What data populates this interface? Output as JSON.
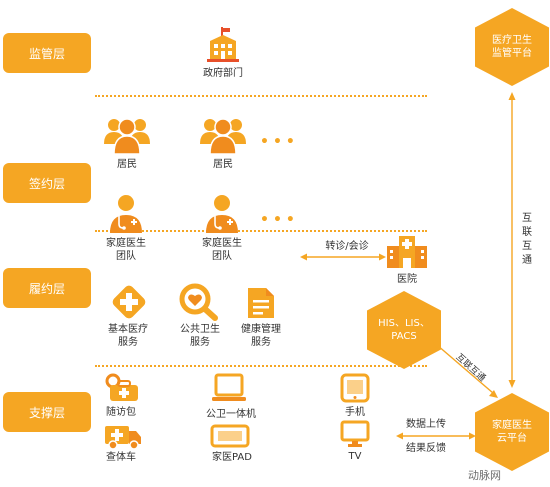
{
  "layers": [
    "监管层",
    "签约层",
    "履约层",
    "支撑层"
  ],
  "supervision": {
    "gov": "政府部门"
  },
  "signing": {
    "resident_1": "居民",
    "resident_2": "居民"
  },
  "performance": {
    "team_1": [
      "家庭医生",
      "团队"
    ],
    "team_2": [
      "家庭医生",
      "团队"
    ],
    "referral": "转诊/会诊",
    "hospital": "医院",
    "his": [
      "HIS、LIS、",
      "PACS"
    ],
    "basic_care": [
      "基本医疗",
      "服务"
    ],
    "public_health": [
      "公共卫生",
      "服务"
    ],
    "health_mgmt": [
      "健康管理",
      "服务"
    ]
  },
  "support": {
    "followup_bag": "随访包",
    "exam_car": "查体车",
    "all_in_one": "公卫一体机",
    "pad": "家医PAD",
    "phone": "手机",
    "tv": "TV",
    "upload": "数据上传",
    "feedback": "结果反馈"
  },
  "platforms": {
    "top": [
      "医疗卫生",
      "监管平台"
    ],
    "bottom": [
      "家庭医生",
      "云平台"
    ],
    "interconnect": "互联互通",
    "interconnect_diag": "互联互通"
  },
  "watermark": "动脉网",
  "colors": {
    "accent": "#F5A623"
  }
}
